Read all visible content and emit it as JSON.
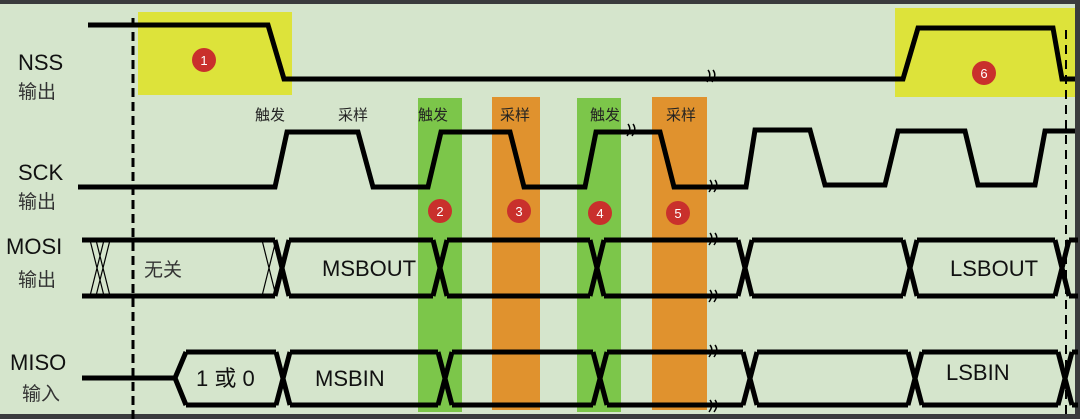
{
  "signals": [
    {
      "name": "NSS",
      "dir": "输出"
    },
    {
      "name": "SCK",
      "dir": "输出"
    },
    {
      "name": "MOSI",
      "dir": "输出"
    },
    {
      "name": "MISO",
      "dir": "输入"
    }
  ],
  "edge_labels": [
    "触发",
    "采样",
    "触发",
    "采样",
    "触发",
    "采样"
  ],
  "badges": [
    "1",
    "2",
    "3",
    "4",
    "5",
    "6"
  ],
  "mosi": {
    "dont_care": "无关",
    "msb": "MSBOUT",
    "lsb": "LSBOUT"
  },
  "miso": {
    "idle": "1 或 0",
    "msb": "MSBIN",
    "lsb": "LSBIN"
  },
  "colors": {
    "background": "#d5e5cc",
    "highlight": "#dde33a",
    "trigger": "#7cc64a",
    "sample": "#e0922e",
    "badge": "#c9302c"
  }
}
